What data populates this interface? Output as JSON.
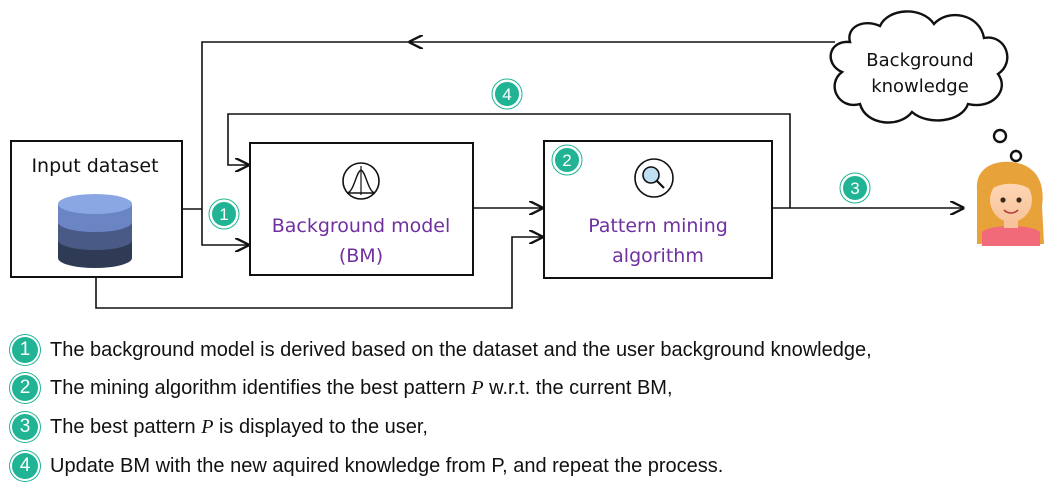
{
  "boxes": {
    "input": "Input dataset",
    "bm_line1": "Background model",
    "bm_line2": "(BM)",
    "pm_line1": "Pattern mining",
    "pm_line2": "algorithm",
    "cloud_line1": "Background",
    "cloud_line2": "knowledge"
  },
  "badges": [
    "1",
    "2",
    "3",
    "4"
  ],
  "legend": [
    {
      "num": "1",
      "pre": "The background model is derived based on the dataset and the user background knowledge,",
      "var": "",
      "post": ""
    },
    {
      "num": "2",
      "pre": "The mining algorithm identifies the best pattern ",
      "var": "P",
      "post": " w.r.t. the current BM,"
    },
    {
      "num": "3",
      "pre": "The best pattern ",
      "var": "P",
      "post": " is displayed to the user,"
    },
    {
      "num": "4",
      "pre": "Update BM with the new aquired knowledge from P, and repeat the process.",
      "var": "",
      "post": ""
    }
  ],
  "colors": {
    "accent": "#20b494",
    "box_label": "#7030a0"
  },
  "icons": [
    "database-icon",
    "bell-curve-icon",
    "magnifier-icon",
    "user-avatar-icon",
    "thought-cloud-icon"
  ]
}
